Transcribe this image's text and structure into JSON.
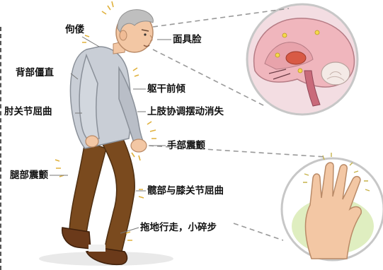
{
  "labels": {
    "hunchback": "佝偻",
    "mask_face": "面具脸",
    "stiff_back": "背部僵直",
    "trunk_lean": "躯干前倾",
    "elbow_flex": "肘关节屈曲",
    "arm_swing_loss": "上肢协调摆动消失",
    "hand_tremor": "手部震颤",
    "leg_tremor": "腿部震颤",
    "hip_knee_flex": "髋部与膝关节屈曲",
    "shuffle_gait": "拖地行走，小碎步"
  },
  "colors": {
    "shirt": "#c9ced6",
    "pants": "#7a4a1e",
    "shoes": "#6b3a1a",
    "skin": "#f3c7a4",
    "hair": "#bfbfbf",
    "brain_bg": "#f3dde2",
    "hand_bg": "#dfeec0",
    "leader": "#999999"
  }
}
